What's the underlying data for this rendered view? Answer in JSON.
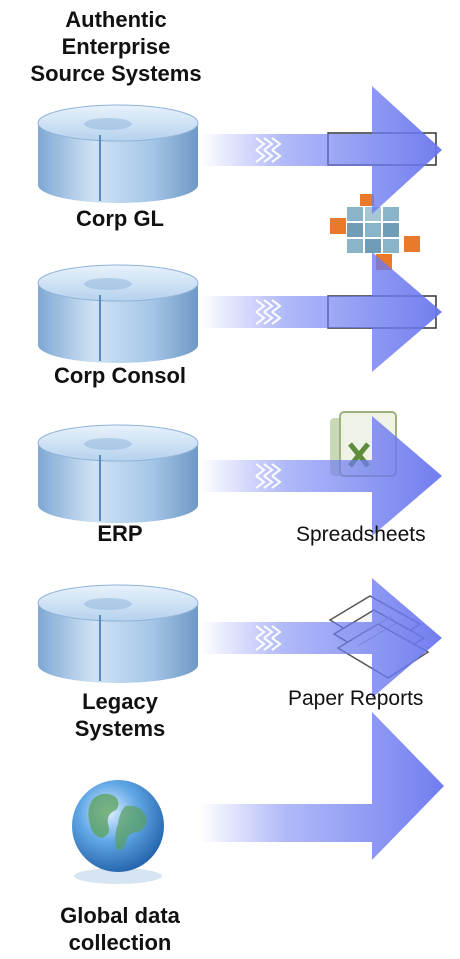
{
  "header": {
    "title_lines": [
      "Authentic",
      "Enterprise",
      "Source Systems"
    ]
  },
  "sources": [
    {
      "label_lines": [
        "Corp GL"
      ]
    },
    {
      "label_lines": [
        "Corp Consol"
      ]
    },
    {
      "label_lines": [
        "ERP"
      ]
    },
    {
      "label_lines": [
        "Legacy",
        "Systems"
      ]
    },
    {
      "label_lines": [
        "Global data",
        "collection"
      ]
    }
  ],
  "targets": {
    "spreadsheets_label": "Spreadsheets",
    "paper_reports_label": "Paper Reports"
  },
  "colors": {
    "arrow": "#6f7cf0",
    "cylinder": "#9cc1e4",
    "globe": "#3f86c8"
  }
}
